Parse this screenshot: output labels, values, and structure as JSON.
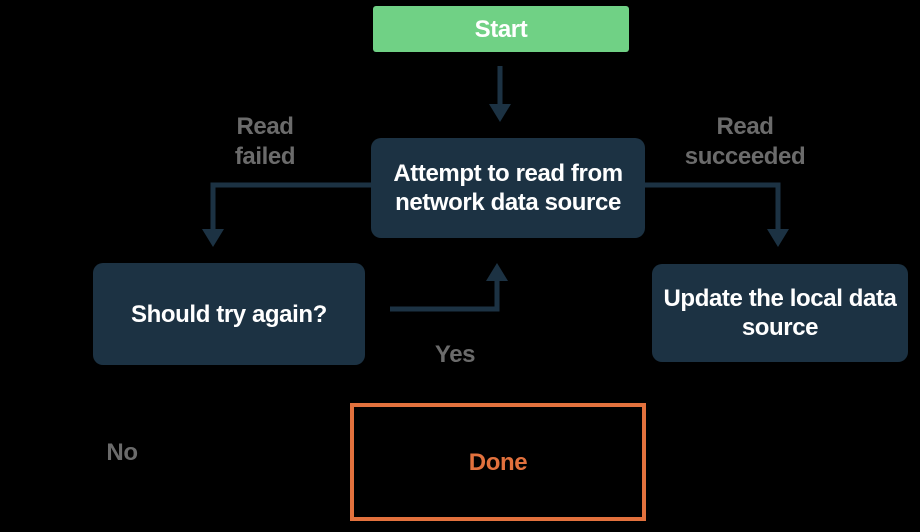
{
  "colors": {
    "background": "#000000",
    "node_fill": "#1C3243",
    "start_fill": "#70D185",
    "done_border": "#E2713D",
    "done_text": "#E2713D",
    "arrow": "#1C3243",
    "edge_label_text": "#6B6B6B",
    "node_text": "#FFFFFF"
  },
  "nodes": {
    "start": {
      "label": "Start"
    },
    "attempt": {
      "label": "Attempt to read from\nnetwork data source"
    },
    "retry": {
      "label": "Should try again?"
    },
    "update": {
      "label": "Update the local data\nsource"
    },
    "done": {
      "label": "Done"
    }
  },
  "edge_labels": {
    "read_failed": "Read\nfailed",
    "read_succeeded": "Read\nsucceeded",
    "yes": "Yes",
    "no": "No"
  }
}
